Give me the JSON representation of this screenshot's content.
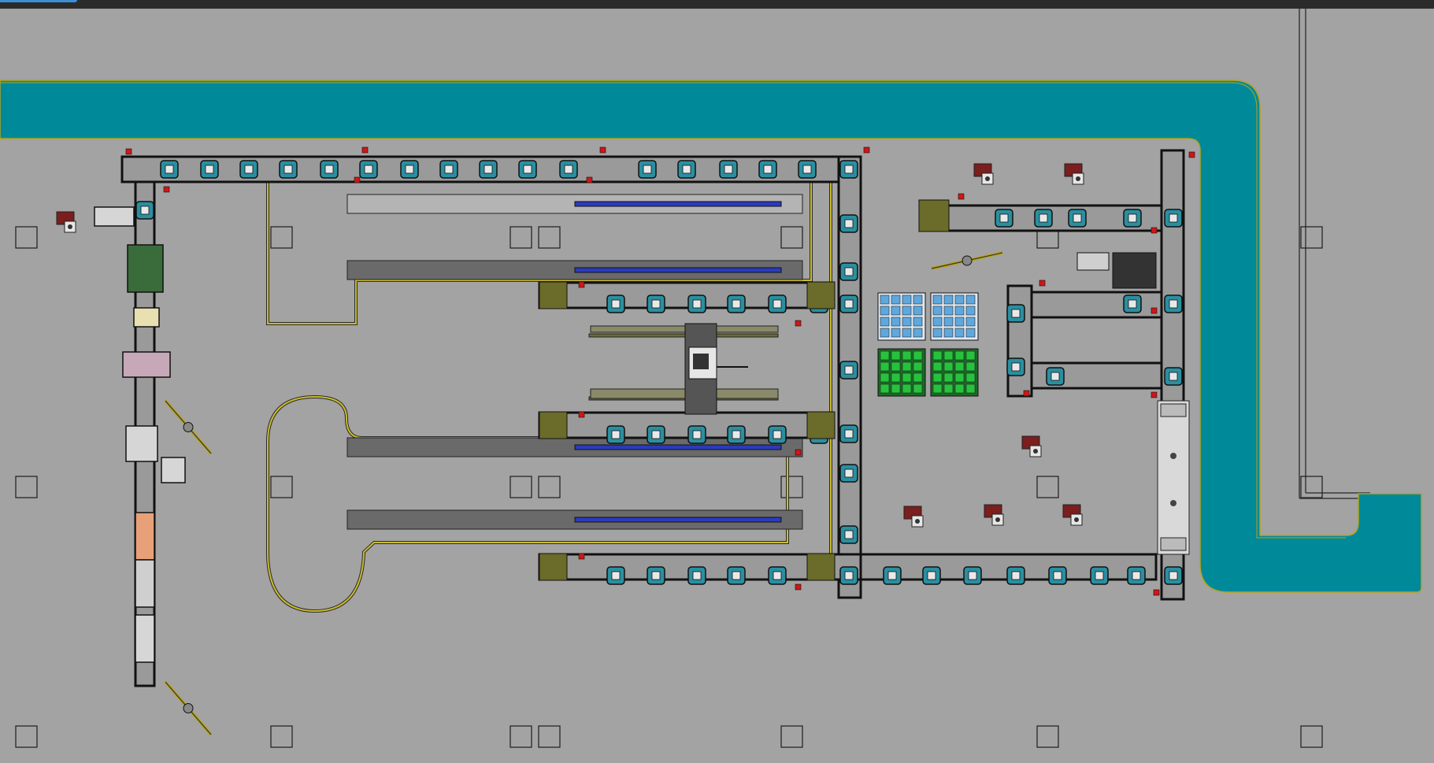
{
  "canvas": {
    "background": "#a3a3a3",
    "water_color": "#008a99",
    "water_border": "#b5a31e",
    "guide_line_color": "#c9bb2e",
    "conveyor_color": "#111111",
    "pallet_color": "#2a8fa0",
    "table_color": "#6a6a6a",
    "rail_color": "#2a3bbd",
    "green_grid_color": "#27c23d",
    "blue_grid_color": "#5fa8dd",
    "marker_red": "#d01616"
  },
  "toolbar": {
    "active_tab_color": "#3c8fd6"
  },
  "scene": {
    "title": "",
    "elements": [
      "perimeter-canal",
      "main-conveyor-loop",
      "work-tables",
      "agv-guide-paths",
      "robot-gantry",
      "pallet-buffer-grids",
      "operator-stations",
      "building-columns"
    ]
  }
}
